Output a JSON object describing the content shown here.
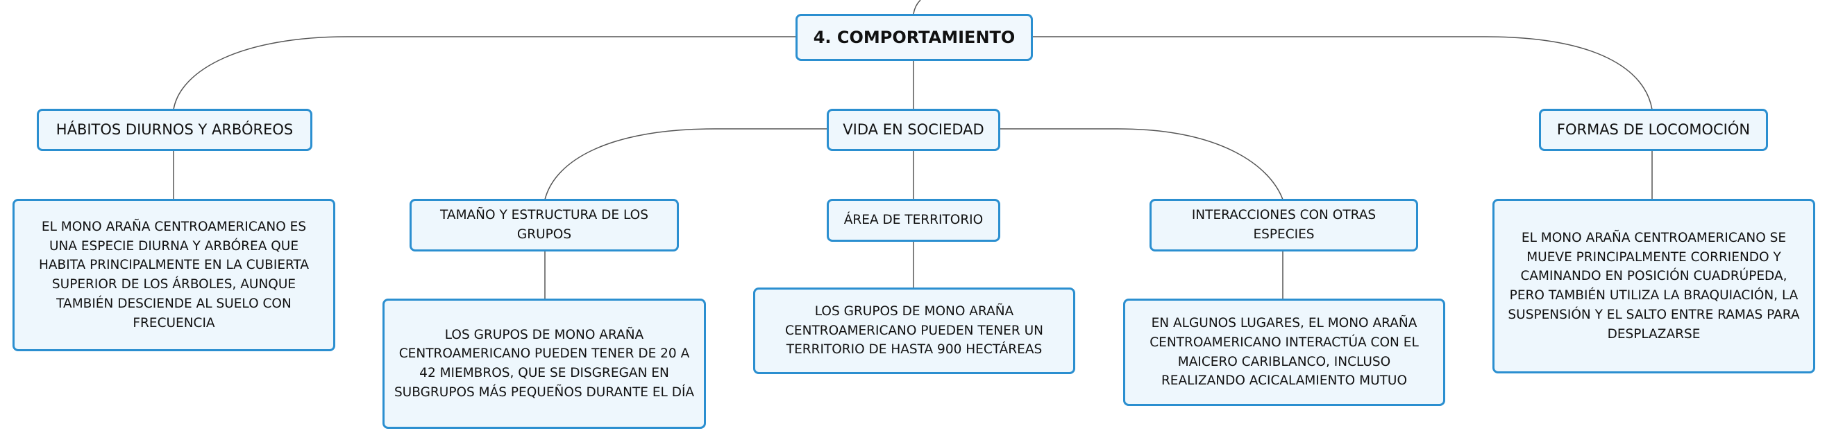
{
  "root": {
    "label": "4. COMPORTAMIENTO"
  },
  "branches": [
    {
      "label": "HÁBITOS DIURNOS Y ARBÓREOS",
      "detail": "EL MONO ARAÑA CENTROAMERICANO ES UNA ESPECIE DIURNA Y ARBÓREA QUE HABITA PRINCIPALMENTE EN LA CUBIERTA SUPERIOR DE LOS ÁRBOLES, AUNQUE TAMBIÉN DESCIENDE AL SUELO CON FRECUENCIA"
    },
    {
      "label": "VIDA EN SOCIEDAD",
      "subtopics": [
        {
          "label": "TAMAÑO Y ESTRUCTURA DE LOS GRUPOS",
          "detail": "LOS GRUPOS DE MONO ARAÑA CENTROAMERICANO PUEDEN TENER DE 20 A 42 MIEMBROS, QUE SE DISGREGAN EN SUBGRUPOS MÁS PEQUEÑOS DURANTE EL DÍA"
        },
        {
          "label": "ÁREA DE TERRITORIO",
          "detail": "LOS GRUPOS DE MONO ARAÑA CENTROAMERICANO PUEDEN TENER UN TERRITORIO DE HASTA 900 HECTÁREAS"
        },
        {
          "label": "INTERACCIONES CON OTRAS ESPECIES",
          "detail": "EN ALGUNOS LUGARES, EL MONO ARAÑA CENTROAMERICANO INTERACTÚA CON EL MAICERO CARIBLANCO, INCLUSO REALIZANDO ACICALAMIENTO MUTUO"
        }
      ]
    },
    {
      "label": "FORMAS DE LOCOMOCIÓN",
      "detail": "EL MONO ARAÑA CENTROAMERICANO SE MUEVE PRINCIPALMENTE CORRIENDO Y CAMINANDO EN POSICIÓN CUADRÚPEDA, PERO TAMBIÉN UTILIZA LA BRAQUIACIÓN, LA SUSPENSIÓN Y EL SALTO ENTRE RAMAS PARA DESPLAZARSE"
    }
  ],
  "colors": {
    "node_border": "#2b8fd0",
    "node_fill": "#eef7fd",
    "connector": "#555555"
  }
}
